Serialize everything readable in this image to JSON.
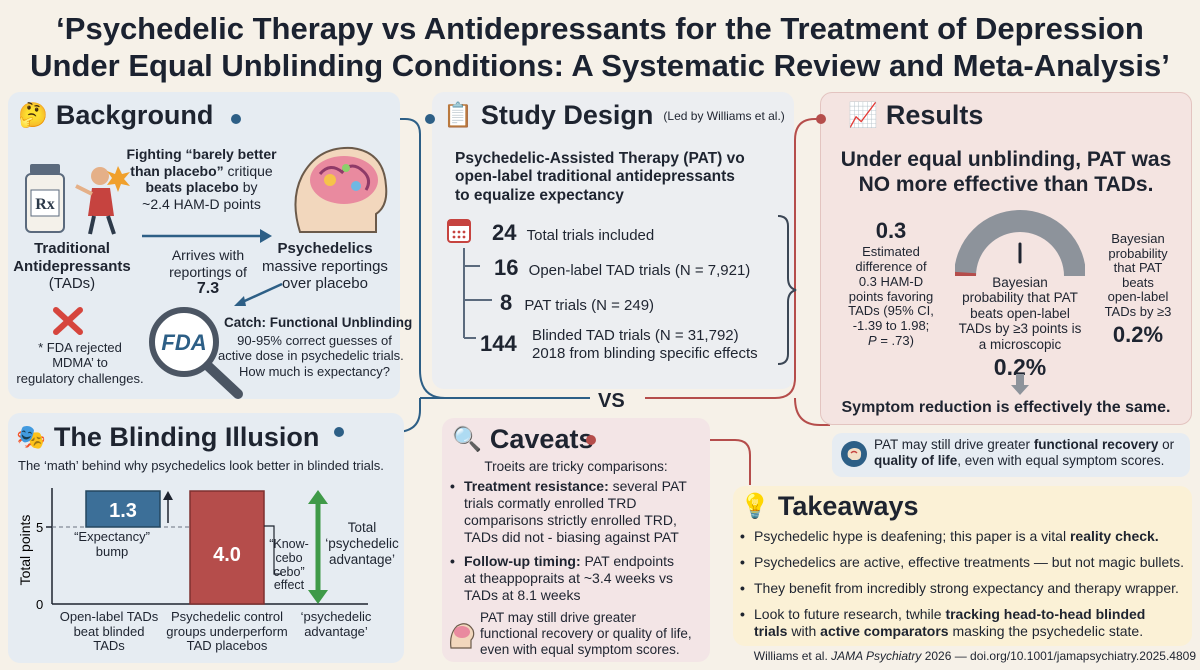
{
  "title_line1": "‘Psychedelic Therapy vs Antidepressants for the Treatment of Depression",
  "title_line2": "Under Equal Unblinding Conditions: A Systematic Review and Meta-Analysis’",
  "colors": {
    "blue": "#2d5f86",
    "red": "#b54d4b",
    "green": "#3f9a48",
    "accent": "#e57d2e"
  },
  "background": {
    "heading": "Background",
    "fighting": "Fighting “barely better than placebo” critique beats placebo by ~2.4 HAM-D points",
    "fighting_l1": "Fighting “barely better",
    "fighting_l2": "than placebo”",
    "fighting_l2b": " critique",
    "fighting_l3": "beats placebo",
    "fighting_l3b": " by",
    "fighting_l4": "~2.4 HAM-D points",
    "tad_l1": "Traditional",
    "tad_l2": "Antidepressants",
    "tad_l3": "(TADs)",
    "arrives_l1": "Arrives with",
    "arrives_l2": "reportings of",
    "arrives_value": "7.3",
    "psy_l1": "Psychedelics",
    "psy_l2": "massive reportings",
    "psy_l3": "over placebo",
    "fda_note_l1": "* FDA rejected",
    "fda_note_l2": "MDMA’ to",
    "fda_note_l3": "regulatory challenges.",
    "fda_logo": "FDA",
    "catch_title": "Catch: Functional Unblinding",
    "catch_l1": "90-95% correct guesses of",
    "catch_l2": "active dose in psychedelic trials.",
    "catch_l3": "How much is expectancy?"
  },
  "study": {
    "heading": "Study Design",
    "led_by": "(Led by Williams et al.)",
    "sub_l1": "Psychedelic-Assisted Therapy (PAT) vo",
    "sub_l2": "open-label traditional antidepressants",
    "sub_l3": "to equalize expectancy",
    "rows": [
      {
        "n": "24",
        "label": "Total trials included"
      },
      {
        "n": "16",
        "label": "Open-label TAD trials (N = 7,921)"
      },
      {
        "n": "8",
        "label": "PAT trials (N = 249)"
      },
      {
        "n": "144",
        "label": "Blinded TAD trials (N = 31,792)",
        "label2": "2018 from blinding specific effects"
      }
    ]
  },
  "results": {
    "heading": "Results",
    "headline_l1": "Under equal unblinding, PAT was",
    "headline_l2": "NO more effective than TADs.",
    "diff_value": "0.3",
    "diff_l1": "Estimated",
    "diff_l2": "difference of",
    "diff_l3": "0.3 HAM-D",
    "diff_l4": "points favoring",
    "diff_l5": "TADs (95% CI,",
    "diff_l6": "-1.39 to 1.98;",
    "diff_l7a": "P",
    "diff_l7b": " = .73)",
    "gauge_l1": "Bayesian",
    "gauge_l2": "probability that PAT",
    "gauge_l3": "beats open-label",
    "gauge_l4": "TADs by ≥3 points is",
    "gauge_l5": "a microscopic",
    "gauge_value": "0.2%",
    "right_l1": "Bayesian",
    "right_l2": "probability",
    "right_l3": "that PAT",
    "right_l4": "beats",
    "right_l5": "open-label",
    "right_l6": "TADs by ≥3",
    "right_value": "0.2%",
    "gauge_fraction": 0.002,
    "bottom": "Symptom reduction is effectively the same."
  },
  "pat_note": {
    "l1a": "PAT may still drive greater ",
    "l1b": "functional recovery",
    "l1c": " or",
    "l2a": "quality of life",
    "l2b": ", even with equal symptom scores."
  },
  "vs": "VS",
  "blinding": {
    "heading": "The Blinding Illusion",
    "sub": "The ‘math’ behind why psychedelics look better in blinded trials.",
    "y_label": "Total points",
    "tick_5": "5",
    "tick_0": "0",
    "bar1_value": "1.3",
    "bar2_value": "4.0",
    "expectancy_l1": "“Expectancy”",
    "expectancy_l2": "bump",
    "knowcebo_l1": "“Know-",
    "knowcebo_l2": "cebo",
    "knowcebo_l3": "cebo”",
    "knowcebo_l4": "effect",
    "total_l1": "Total",
    "total_l2": "‘psychedelic",
    "total_l3": "advantage’",
    "cat1_l1": "Open-label TADs",
    "cat1_l2": "beat blinded",
    "cat1_l3": "TADs",
    "cat2_l1": "Psychedelic control",
    "cat2_l2": "groups underperform",
    "cat2_l3": "TAD placebos",
    "cat3_l1": "‘psychedelic",
    "cat3_l2": "advantage’"
  },
  "caveats": {
    "heading": "Caveats",
    "intro": "Troeits are tricky comparisons:",
    "b1_title": "Treatment resistance:",
    "b1_l1": " several PAT",
    "b1_l2": "trials cormatly enrolled TRD",
    "b1_l3": "comparisons strictly enrolled TRD,",
    "b1_l4": "TADs did not - biasing against PAT",
    "b2_title": "Follow-up timing:",
    "b2_l1": " PAT endpoints",
    "b2_l2": "at theappopraits at ~3.4 weeks vs",
    "b2_l3": "TADs at 8.1 weeks",
    "note_l1": "PAT may still drive greater",
    "note_l2": "functional recovery or quality of life,",
    "note_l3": "even with equal symptom scores."
  },
  "takeaways": {
    "heading": "Takeaways",
    "t1a": "Psychedelic hype is deafening; this paper is a vital ",
    "t1b": "reality check.",
    "t2": "Psychedelics are active, effective treatments — but not magic bullets.",
    "t3": "They benefit from incredibly strong expectancy and therapy wrapper.",
    "t4a": "Look to future research, twhile ",
    "t4b": "tracking head-to-head blinded",
    "t4c": "trials",
    "t4d": " with ",
    "t4e": "active comparators",
    "t4f": " masking the psychedelic state."
  },
  "citation_a": "Williams et al. ",
  "citation_journal": "JAMA Psychiatry",
  "citation_b": " 2026 — doi.org/10.1001/jamapsychiatry.2025.4809"
}
